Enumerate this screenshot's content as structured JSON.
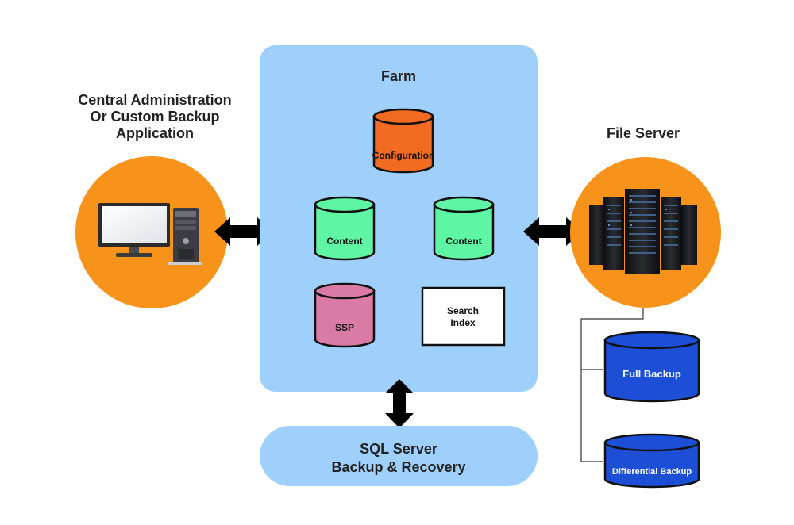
{
  "left_client": {
    "label_lines": [
      "Central Administration",
      "Or Custom Backup",
      "Application"
    ],
    "icon": "desktop-computer-icon",
    "circle_color": "#f7931a"
  },
  "farm": {
    "title": "Farm",
    "panel_color": "#9fcffb",
    "databases": {
      "configuration": {
        "label": "Configuration",
        "color": "#f36b21"
      },
      "content_1": {
        "label": "Content",
        "color": "#5ef5a4"
      },
      "content_2": {
        "label": "Content",
        "color": "#5ef5a4"
      },
      "ssp": {
        "label": "SSP",
        "color": "#d97ba4"
      }
    },
    "search_index": {
      "label_lines": [
        "Search",
        "Index"
      ]
    }
  },
  "sql_server": {
    "label_lines": [
      "SQL Server",
      "Backup & Recovery"
    ],
    "color": "#9fcffb"
  },
  "file_server": {
    "label": "File Server",
    "icon": "server-rack-icon",
    "circle_color": "#f7931a",
    "backups": {
      "full": {
        "label": "Full Backup",
        "color": "#1c4fd6"
      },
      "differential": {
        "label": "Differential Backup",
        "color": "#1c4fd6"
      }
    }
  }
}
